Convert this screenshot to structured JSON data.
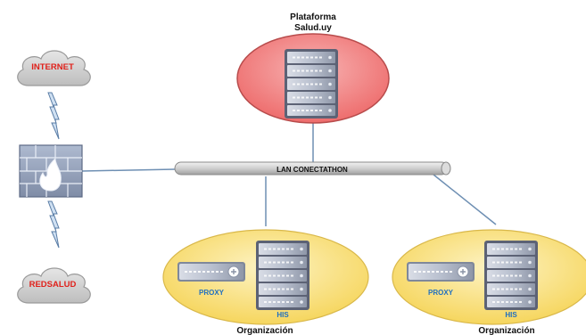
{
  "platform": {
    "title_line1": "Plataforma",
    "title_line2": "Salud.uy"
  },
  "internet": {
    "label": "INTERNET"
  },
  "redsalud": {
    "label": "REDSALUD"
  },
  "lan": {
    "label": "LAN CONECTATHON"
  },
  "orgs": [
    {
      "proxy_label": "PROXY",
      "his_label": "HIS",
      "name": "Organización"
    },
    {
      "proxy_label": "PROXY",
      "his_label": "HIS",
      "name": "Organización"
    }
  ],
  "colors": {
    "cloud_text": "#e0211b",
    "platform_fill": "#f08b8b",
    "org_fill": "#f9e07a",
    "proxy_text": "#1f6fc0",
    "line": "#6e8fb3"
  },
  "icons": {
    "firewall": "firewall-icon",
    "server": "server-icon",
    "proxy_device": "proxy-device-icon",
    "lightning": "lightning-link-icon",
    "cloud": "cloud-icon"
  }
}
